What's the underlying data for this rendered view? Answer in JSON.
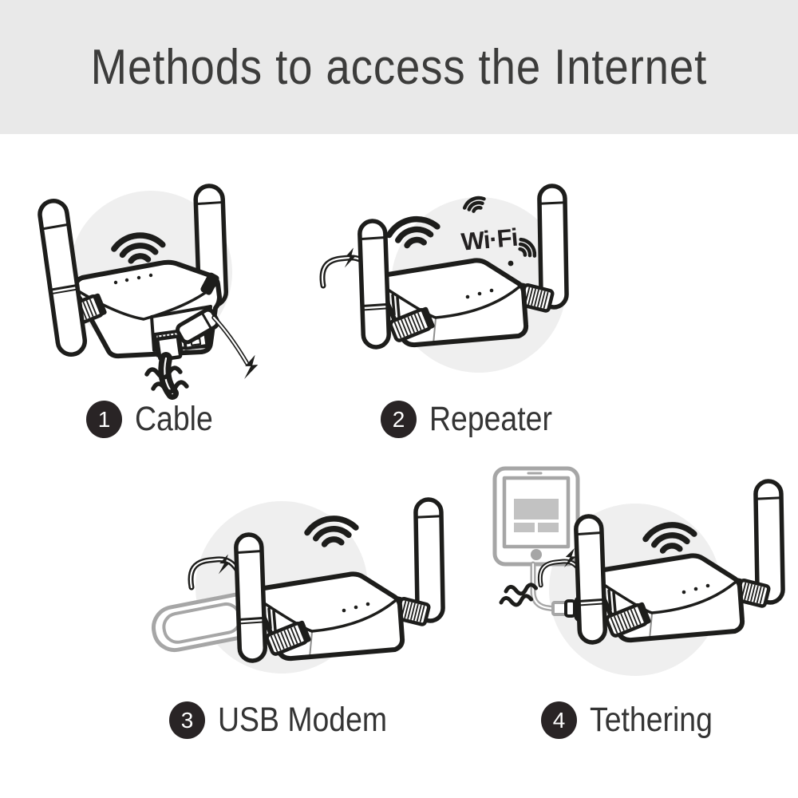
{
  "header": {
    "title": "Methods to access the Internet",
    "bg": "#e9e9e9",
    "text_color": "#3c3c3b"
  },
  "methods": [
    {
      "num": "1",
      "label": "Cable"
    },
    {
      "num": "2",
      "label": "Repeater"
    },
    {
      "num": "3",
      "label": "USB Modem"
    },
    {
      "num": "4",
      "label": "Tethering"
    }
  ],
  "illustrations": {
    "wifi_logo_text": "Wi·Fi",
    "ink_color": "#1d1d1b",
    "accessory_gray": "#a6a6a6",
    "halo_color": "#efefef",
    "badge_color": "#292425",
    "scenes": [
      {
        "name": "cable",
        "features": [
          "wifi-signal",
          "router",
          "ethernet-cable",
          "usb-power-plug",
          "lightning-bolt",
          "signal-waves"
        ]
      },
      {
        "name": "repeater",
        "features": [
          "wifi-signal",
          "wifi-logo",
          "router",
          "power-cable",
          "lightning-bolt"
        ]
      },
      {
        "name": "usb-modem",
        "features": [
          "wifi-signal",
          "router",
          "usb-modem-dongle",
          "power-cable",
          "lightning-bolt"
        ]
      },
      {
        "name": "tethering",
        "features": [
          "wifi-signal",
          "router",
          "smartphone",
          "usb-cable",
          "power-cable",
          "lightning-bolt",
          "signal-waves"
        ]
      }
    ]
  }
}
